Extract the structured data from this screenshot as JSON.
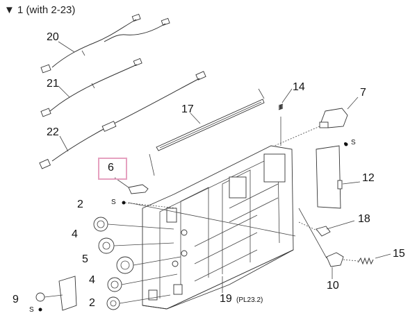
{
  "header": {
    "marker": "▼",
    "title": "1 (with 2-23)"
  },
  "callouts": {
    "p20": "20",
    "p21": "21",
    "p22": "22",
    "p17": "17",
    "p14": "14",
    "p7": "7",
    "p6": "6",
    "p12": "12",
    "p18": "18",
    "p15": "15",
    "p10": "10",
    "p19": "19",
    "p19_ref": "(PL23.2)",
    "p2a": "2",
    "p4a": "4",
    "p5": "5",
    "p4b": "4",
    "p2b": "2",
    "p9": "9",
    "s1": "S",
    "s2": "S",
    "s3": "S"
  },
  "highlight": {
    "part": "6",
    "color": "#e6a1c0"
  }
}
